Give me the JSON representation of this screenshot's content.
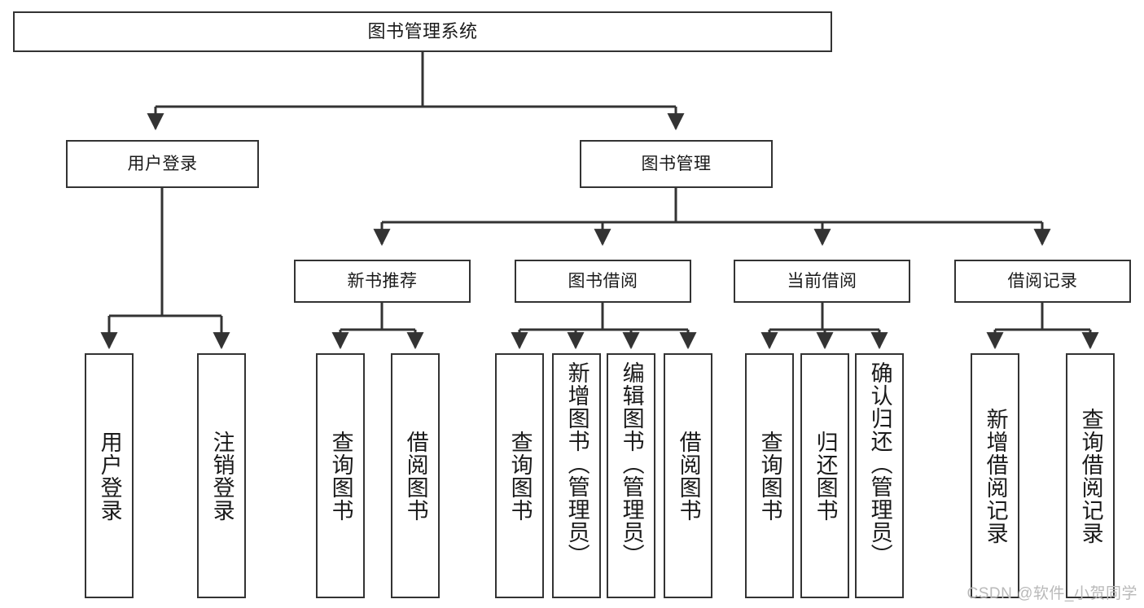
{
  "diagram": {
    "type": "tree-hierarchy-diagram",
    "title": "图书管理系统",
    "watermark": "CSDN @软件_小贺同学",
    "colors": {
      "background": "#ffffff",
      "box_border": "#333333",
      "box_fill": "#ffffff",
      "text": "#1a1a1a",
      "connector": "#333333",
      "watermark": "#b9b9b9"
    },
    "nodes": {
      "root": {
        "label": "图书管理系统"
      },
      "level1": [
        {
          "label": "用户登录"
        },
        {
          "label": "图书管理"
        }
      ],
      "level2": [
        {
          "label": "新书推荐"
        },
        {
          "label": "图书借阅"
        },
        {
          "label": "当前借阅"
        },
        {
          "label": "借阅记录"
        }
      ],
      "leaves": {
        "user_login": [
          {
            "label": "用户登录"
          },
          {
            "label": "注销登录"
          }
        ],
        "new_book_recommend": [
          {
            "label": "查询图书"
          },
          {
            "label": "借阅图书"
          }
        ],
        "book_borrow": [
          {
            "label": "查询图书"
          },
          {
            "label": "新增图书（管理员）"
          },
          {
            "label": "编辑图书（管理员）"
          },
          {
            "label": "借阅图书"
          }
        ],
        "current_borrow": [
          {
            "label": "查询图书"
          },
          {
            "label": "归还图书"
          },
          {
            "label": "确认归还（管理员）"
          }
        ],
        "borrow_records": [
          {
            "label": "新增借阅记录"
          },
          {
            "label": "查询借阅记录"
          }
        ]
      }
    }
  }
}
